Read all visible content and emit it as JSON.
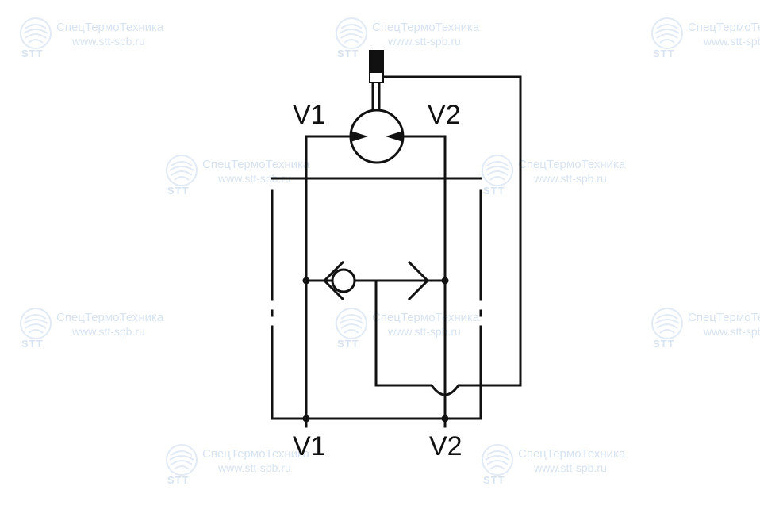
{
  "ports": {
    "top_left": "V1",
    "top_right": "V2",
    "bottom_left": "V1",
    "bottom_right": "V2"
  },
  "watermark": {
    "brand": "СпецТермоТехника",
    "site": "www.stt-spb.ru",
    "abbr": "STT",
    "color": "#b7cde6"
  },
  "colors": {
    "line": "#111111",
    "background": "#ffffff"
  }
}
